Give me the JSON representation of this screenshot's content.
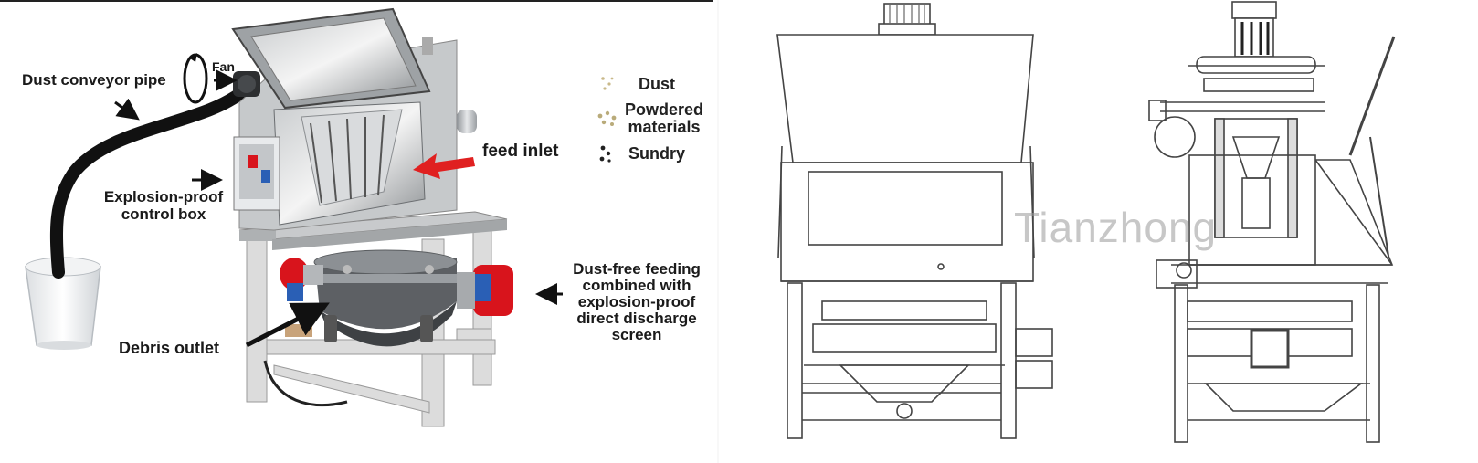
{
  "labels": {
    "fan": "Fan",
    "dust_conveyor_pipe": "Dust conveyor pipe",
    "explosion_proof_control_box_line1": "Explosion-proof",
    "explosion_proof_control_box_line2": "control box",
    "feed_inlet": "feed inlet",
    "debris_outlet": "Debris outlet",
    "dust_free_line1": "Dust-free feeding",
    "dust_free_line2": "combined with",
    "dust_free_line3": "explosion-proof",
    "dust_free_line4": "direct discharge",
    "dust_free_line5": "screen"
  },
  "legend": {
    "items": [
      {
        "label": "Dust"
      },
      {
        "label_line1": "Powdered",
        "label_line2": "materials"
      },
      {
        "label": "Sundry"
      }
    ]
  },
  "watermark": "Tianzhong",
  "colors": {
    "arrow_red": "#e02020",
    "motor_red": "#d8141c",
    "motor_blue": "#2a5fb5",
    "steel": "#b9bcbe",
    "frame": "#dcdcdc",
    "line": "#444444"
  }
}
